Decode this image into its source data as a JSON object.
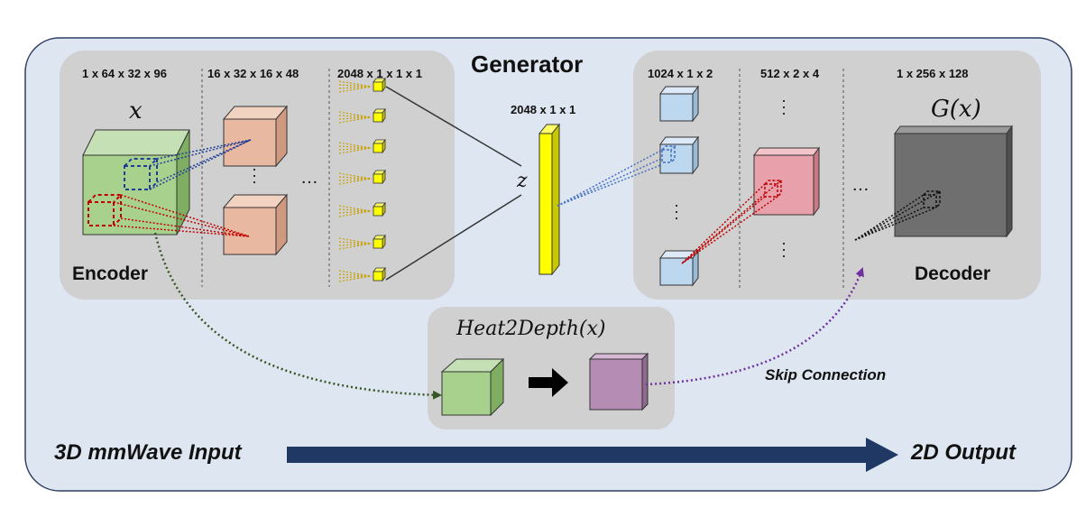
{
  "title": "Generator",
  "encoder": {
    "label": "Encoder",
    "input_symbol": "x",
    "dims": [
      "1 x 64 x 32 x 96",
      "16 x 32 x 16 x 48",
      "2048 x 1 x 1 x 1"
    ],
    "ellipsis": "…"
  },
  "latent": {
    "dim": "2048 x 1 x 1",
    "symbol": "z"
  },
  "decoder": {
    "label": "Decoder",
    "output_symbol": "G(x)",
    "dims": [
      "1024 x 1 x 2",
      "512 x 2 x 4",
      "1 x 256 x 128"
    ],
    "ellipsis": "…"
  },
  "heat2depth": {
    "label": "Heat2Depth(x)"
  },
  "skip": {
    "label": "Skip Connection"
  },
  "flow": {
    "input_label": "3D mmWave Input",
    "output_label": "2D Output"
  },
  "colors": {
    "outer_bg": "#dee6f1",
    "outer_border": "#2f3f63",
    "panel_bg": "#d0d0d0",
    "green_cube": "#a9d18e",
    "peach_cube": "#e8b9a0",
    "light_blue_cube": "#bdd7ee",
    "pink_cube": "#e8a0aa",
    "purple_cube": "#b48cb4",
    "gray_cube": "#6f6f6f",
    "yellow": "#ffff00",
    "arrow_navy": "#1f3864"
  }
}
